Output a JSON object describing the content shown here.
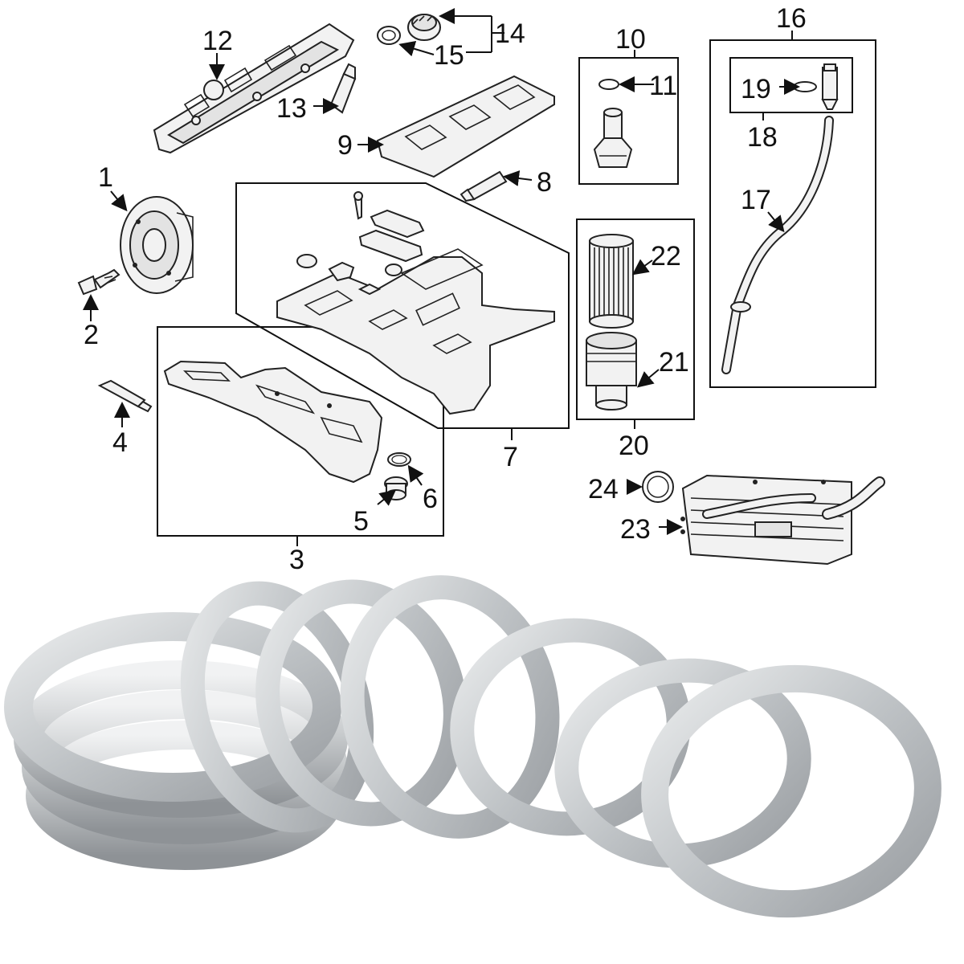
{
  "callouts": {
    "c1": "1",
    "c2": "2",
    "c3": "3",
    "c4": "4",
    "c5": "5",
    "c6": "6",
    "c7": "7",
    "c8": "8",
    "c9": "9",
    "c10": "10",
    "c11": "11",
    "c12": "12",
    "c13": "13",
    "c14": "14",
    "c15": "15",
    "c16": "16",
    "c17": "17",
    "c18": "18",
    "c19": "19",
    "c20": "20",
    "c21": "21",
    "c22": "22",
    "c23": "23",
    "c24": "24"
  },
  "photo": {
    "subject": "aluminum-sealing-rings",
    "ring_color": "#c9ccce",
    "ring_highlight": "#f4f5f6",
    "ring_shadow": "#8e9296"
  }
}
